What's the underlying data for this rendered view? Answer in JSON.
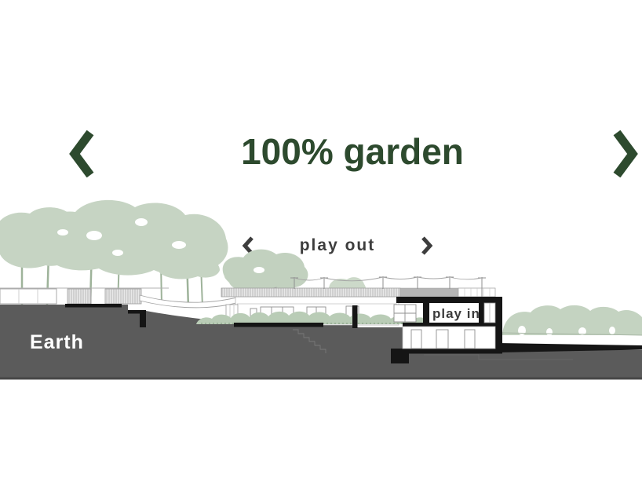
{
  "slide": {
    "title": "100% garden",
    "subtitle": "play out",
    "labels": {
      "earth": "Earth",
      "play_in": "play in"
    },
    "nav": {
      "prev_icon": "chevron-left",
      "next_icon": "chevron-right"
    },
    "sub_nav": {
      "prev_icon": "chevron-left",
      "next_icon": "chevron-right"
    },
    "colors": {
      "accent_green": "#2d4a2e",
      "label_gray": "#3d3d3d",
      "earth_gray": "#5b5b5b",
      "foliage_green": "#c6d4c3",
      "cut_black": "#151515",
      "background": "#ffffff"
    }
  }
}
